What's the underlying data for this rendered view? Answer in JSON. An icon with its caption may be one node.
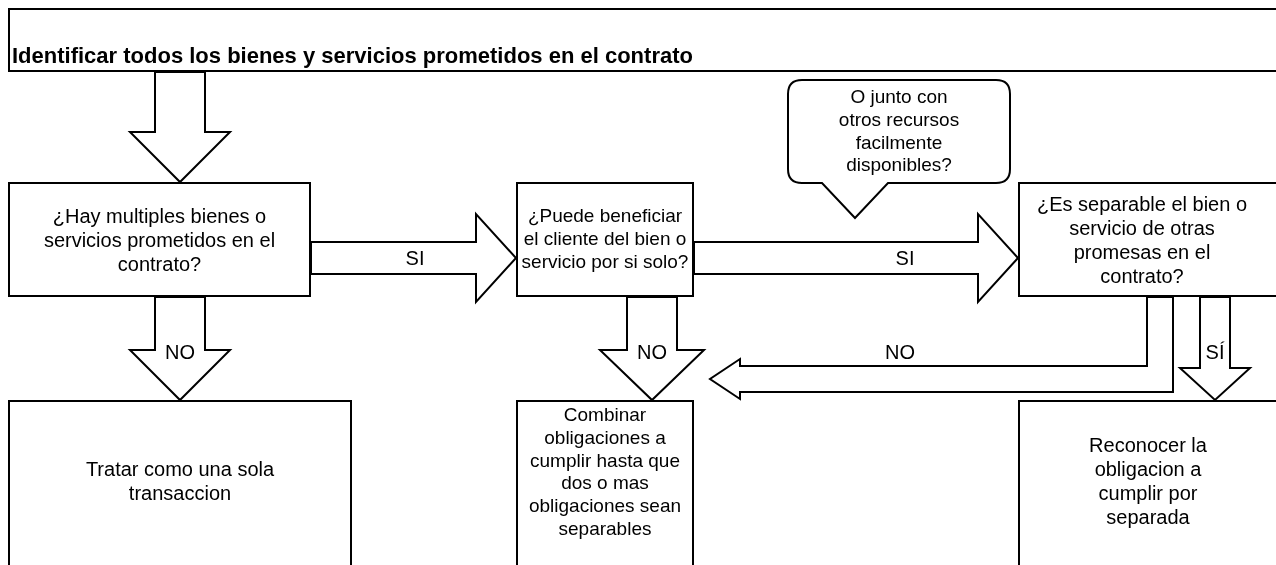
{
  "diagram": {
    "nodes": [
      {
        "text": [
          "Identificar todos los bienes y servicios prometidos en el contrato"
        ]
      },
      {
        "text": [
          "¿Hay multiples bienes o servicios prometidos en el contrato?"
        ]
      },
      {
        "text": [
          "¿Puede beneficiar el cliente del bien o servicio por si solo?"
        ]
      },
      {
        "text": [
          "O junto con otros recursos facilmente disponibles?"
        ]
      },
      {
        "text": [
          "¿Es separable el bien o servicio de otras promesas en el contrato?"
        ]
      },
      {
        "text": [
          "Tratar como una sola transaccion"
        ]
      },
      {
        "text": [
          "Combinar obligaciones a cumplir hasta que dos o mas obligaciones sean separables"
        ]
      },
      {
        "text": [
          "Reconocer la obligacion a cumplir por separada"
        ]
      }
    ],
    "edges": [
      {
        "from": 0,
        "to": 1,
        "arrow": "to"
      },
      {
        "from": 1,
        "to": 2,
        "arrow": "to",
        "label": "SI"
      },
      {
        "from": 2,
        "to": 4,
        "arrow": "to",
        "label": "SI"
      },
      {
        "from": 1,
        "to": 5,
        "arrow": "to",
        "label": "NO"
      },
      {
        "from": 2,
        "to": 6,
        "arrow": "to",
        "label": "NO"
      },
      {
        "from": 4,
        "to": 6,
        "arrow": "to",
        "label": "NO"
      },
      {
        "from": 4,
        "to": 7,
        "arrow": "to",
        "label": "SÍ"
      }
    ]
  }
}
